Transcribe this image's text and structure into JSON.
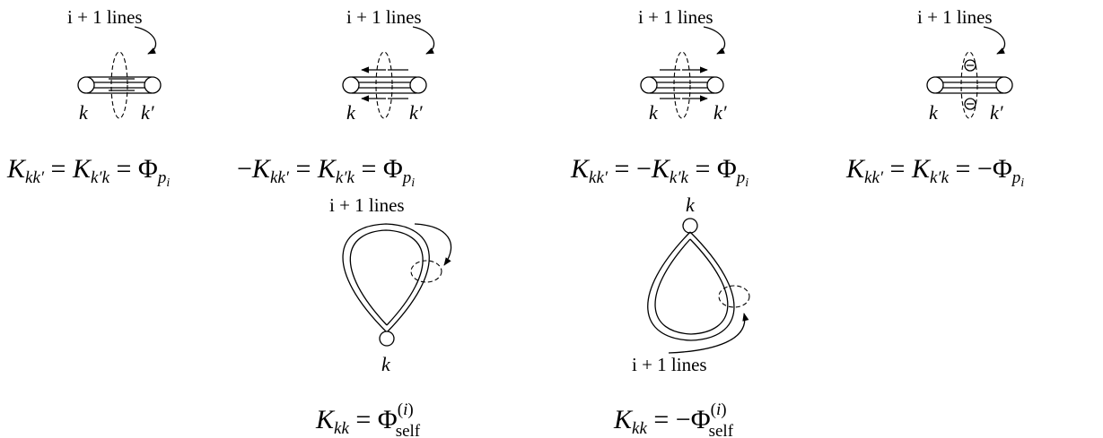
{
  "lines_label": "i + 1 lines",
  "panels": [
    {
      "id": "unoriented",
      "label_k": "k",
      "label_kp": "k′",
      "equation": "K_{kk′} = K_{k′k} = Φ_{p_i}"
    },
    {
      "id": "arrows-left",
      "label_k": "k",
      "label_kp": "k′",
      "equation": "−K_{kk′} = K_{k′k} = Φ_{p_i}"
    },
    {
      "id": "arrows-right",
      "label_k": "k",
      "label_kp": "k′",
      "equation": "K_{kk′} = −K_{k′k} = Φ_{p_i}"
    },
    {
      "id": "minus-marks",
      "label_k": "k",
      "label_kp": "k′",
      "equation": "K_{kk′} = K_{k′k} = −Φ_{p_i}"
    }
  ],
  "loops": [
    {
      "id": "self-loop-positive",
      "label_k": "k",
      "equation": "K_{kk} = Φ^{(i)}_{self}"
    },
    {
      "id": "self-loop-negative",
      "label_k": "k",
      "equation": "K_{kk} = −Φ^{(i)}_{self}"
    }
  ]
}
